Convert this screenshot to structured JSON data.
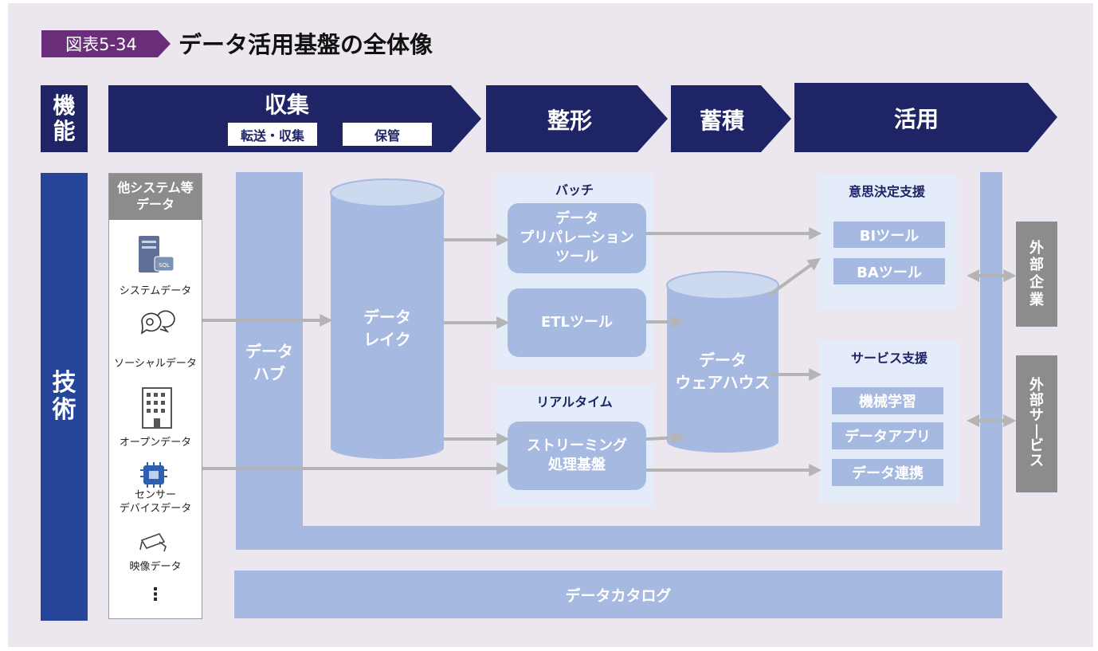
{
  "header": {
    "figure_tag": "図表5-34",
    "title": "データ活用基盤の全体像"
  },
  "rows": {
    "function_label": "機\n能",
    "technology_label": "技\n術"
  },
  "stages": {
    "collect": "収集",
    "collect_sub1": "転送・収集",
    "collect_sub2": "保管",
    "shape": "整形",
    "store": "蓄積",
    "use": "活用"
  },
  "sources": {
    "header": "他システム等\nデータ",
    "items": [
      "システムデータ",
      "ソーシャルデータ",
      "オープンデータ",
      "センサー\nデバイスデータ",
      "映像データ"
    ],
    "more": "⋮"
  },
  "components": {
    "data_hub": "データ\nハブ",
    "data_lake": "データ\nレイク",
    "batch_title": "バッチ",
    "data_prep": "データ\nプリパレーション\nツール",
    "etl": "ETLツール",
    "realtime_title": "リアルタイム",
    "streaming": "ストリーミング\n処理基盤",
    "dwh": "データ\nウェアハウス",
    "decision_title": "意思決定支援",
    "bi": "BIツール",
    "ba": "BAツール",
    "service_title": "サービス支援",
    "ml": "機械学習",
    "data_app": "データアプリ",
    "data_link": "データ連携",
    "catalog": "データカタログ"
  },
  "external": {
    "companies": "外\n部\n企\n業",
    "services": "外\n部\nサ\n|\nビ\nス"
  },
  "colors": {
    "navy": "#1f2466",
    "tech_blue": "#25459b",
    "light_blue": "#a6b9e0",
    "pale_blue": "#e3ecf8",
    "purple_tag": "#6a2d79",
    "gray": "#8c8c8c",
    "arrow_gray": "#b4b4b4"
  }
}
